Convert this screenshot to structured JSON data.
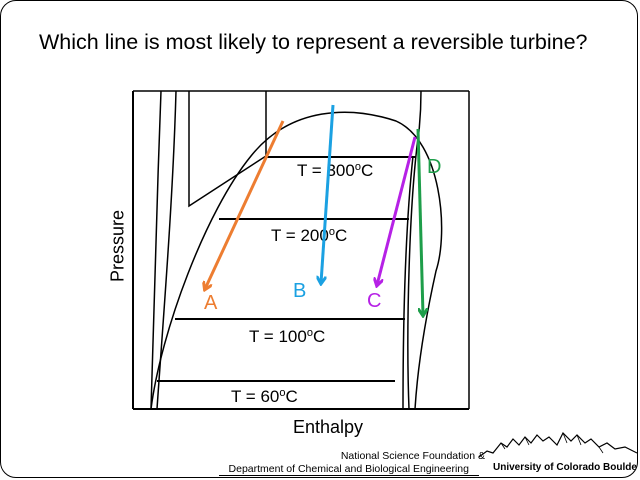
{
  "question": "Which line is most likely to represent a reversible turbine?",
  "axes": {
    "y_label": "Pressure",
    "x_label": "Enthalpy"
  },
  "isotherms": [
    {
      "label": "T = 300",
      "superscript": "o",
      "unit": "C"
    },
    {
      "label": "T = 200",
      "superscript": "o",
      "unit": "C"
    },
    {
      "label": "T = 100",
      "superscript": "o",
      "unit": "C"
    },
    {
      "label": "T = 60",
      "superscript": "o",
      "unit": "C"
    }
  ],
  "lines": [
    {
      "label": "A",
      "color": "#ED7D31"
    },
    {
      "label": "B",
      "color": "#1BA1E2"
    },
    {
      "label": "C",
      "color": "#B621E6"
    },
    {
      "label": "D",
      "color": "#1E9E4A"
    }
  ],
  "footer": {
    "line1": "National Science Foundation &",
    "line2": "Department of Chemical and Biological Engineering",
    "university": "University of Colorado Boulder"
  }
}
